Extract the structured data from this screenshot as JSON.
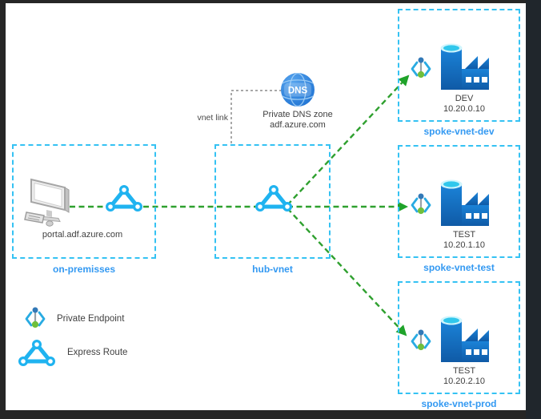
{
  "diagram": {
    "on_premisses": {
      "label": "on-premisses",
      "device": "portal.adf.azure.com"
    },
    "hub": {
      "label": "hub-vnet"
    },
    "spokes": [
      {
        "label": "spoke-vnet-dev",
        "env": "DEV",
        "ip": "10.20.0.10"
      },
      {
        "label": "spoke-vnet-test",
        "env": "TEST",
        "ip": "10.20.1.10"
      },
      {
        "label": "spoke-vnet-prod",
        "env": "TEST",
        "ip": "10.20.2.10"
      }
    ],
    "dns": {
      "badge": "DNS",
      "title": "Private DNS zone",
      "subtitle": "adf.azure.com",
      "link_label": "vnet link"
    },
    "legend": {
      "private_endpoint": "Private Endpoint",
      "express_route": "Express Route"
    },
    "colors": {
      "vnet_border": "#35C2F3",
      "label_blue": "#3399F2",
      "connector_green": "#2FA02F",
      "arrow_green": "#1FA32A",
      "express_cyan": "#1FB3F0",
      "endpoint_top_dot": "#3279B7",
      "endpoint_bottom_dot": "#70BF3C",
      "dns_blue": "#1E72D2",
      "factory_blue": "#0F5AA6",
      "factory_top_cyan": "#31C7EC"
    }
  }
}
